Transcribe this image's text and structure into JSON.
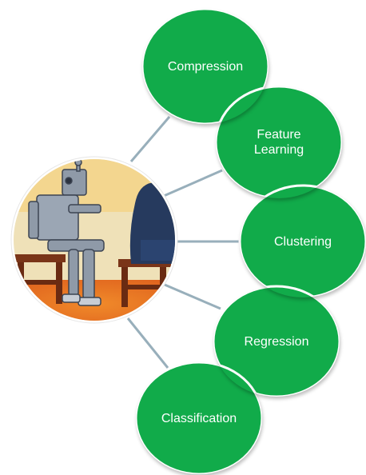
{
  "colors": {
    "node_fill": "#11ab4a",
    "node_border": "#ffffff",
    "connector": "#98afbb",
    "central_ring": "#ffffff"
  },
  "central_image": {
    "description_icon": "robot-thinker-illustration-icon"
  },
  "nodes": [
    {
      "label": "Compression"
    },
    {
      "label": "Feature Learning"
    },
    {
      "label": "Clustering"
    },
    {
      "label": "Regression"
    },
    {
      "label": "Classification"
    }
  ]
}
